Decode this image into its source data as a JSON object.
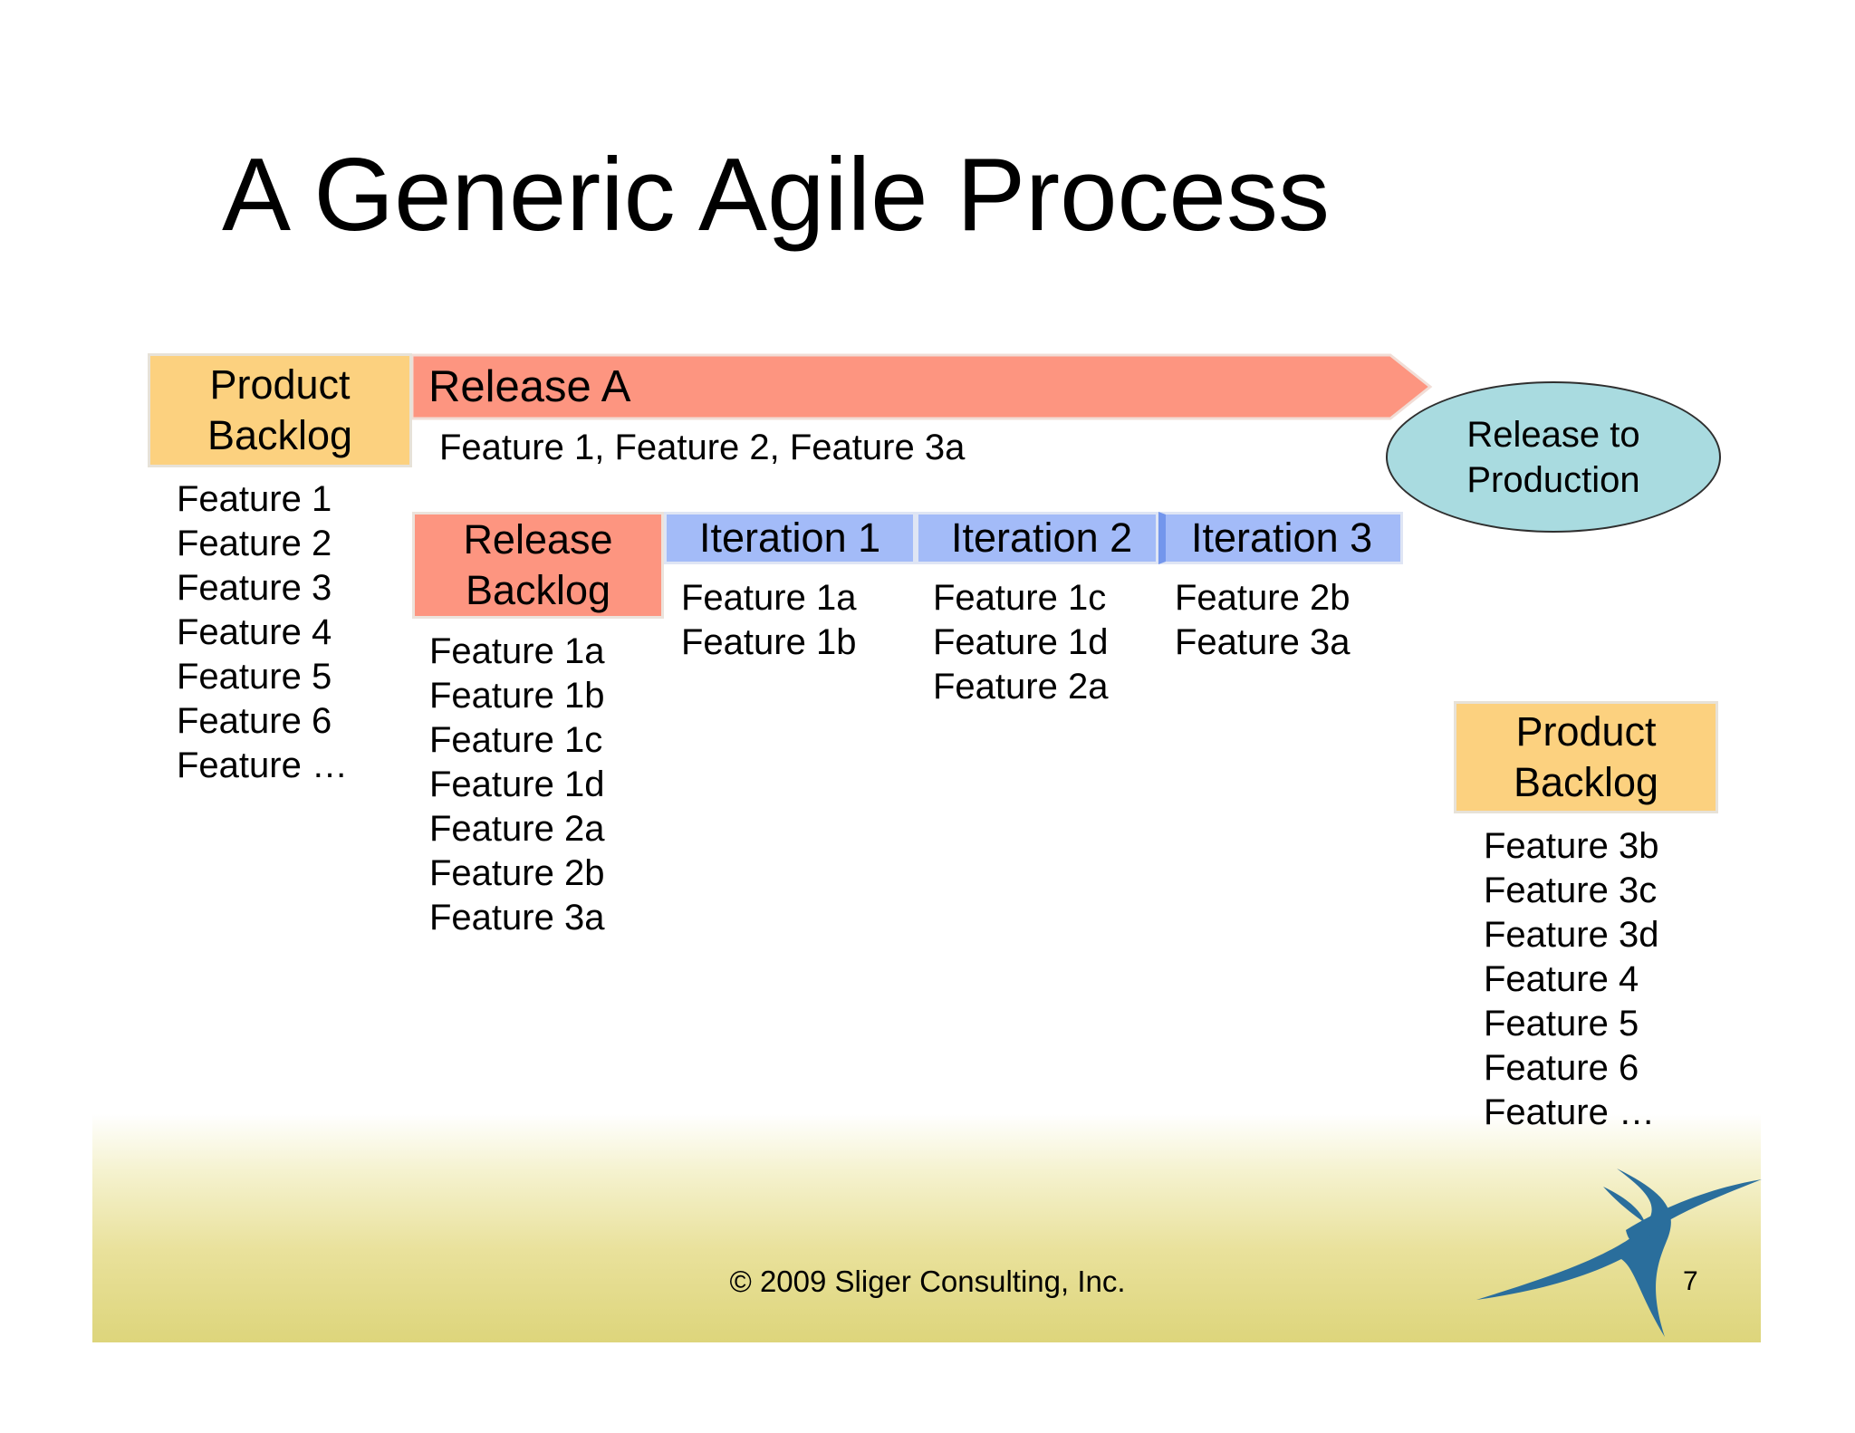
{
  "title": "A Generic Agile Process",
  "product_backlog_start": {
    "label": "Product\nBacklog",
    "items": [
      "Feature 1",
      "Feature 2",
      "Feature 3",
      "Feature 4",
      "Feature 5",
      "Feature 6",
      "Feature …"
    ]
  },
  "release": {
    "label": "Release A",
    "features": "Feature 1, Feature 2, Feature 3a"
  },
  "release_to_production": "Release to\nProduction",
  "release_backlog": {
    "label": "Release\nBacklog",
    "items": [
      "Feature 1a",
      "Feature 1b",
      "Feature 1c",
      "Feature 1d",
      "Feature 2a",
      "Feature 2b",
      "Feature 3a"
    ]
  },
  "iterations": [
    {
      "label": "Iteration 1",
      "items": [
        "Feature 1a",
        "Feature 1b"
      ]
    },
    {
      "label": "Iteration 2",
      "items": [
        "Feature 1c",
        "Feature 1d",
        "Feature 2a"
      ]
    },
    {
      "label": "Iteration 3",
      "items": [
        "Feature 2b",
        "Feature 3a"
      ]
    }
  ],
  "product_backlog_end": {
    "label": "Product\nBacklog",
    "items": [
      "Feature 3b",
      "Feature 3c",
      "Feature 3d",
      "Feature 4",
      "Feature 5",
      "Feature 6",
      "Feature …"
    ]
  },
  "footer": "© 2009 Sliger Consulting, Inc.",
  "page_number": "7",
  "colors": {
    "backlog": "#fcd17f",
    "release": "#fd9580",
    "iteration": "#a3bbf8",
    "production": "#a9dbe0",
    "logo": "#2a6e9c"
  }
}
